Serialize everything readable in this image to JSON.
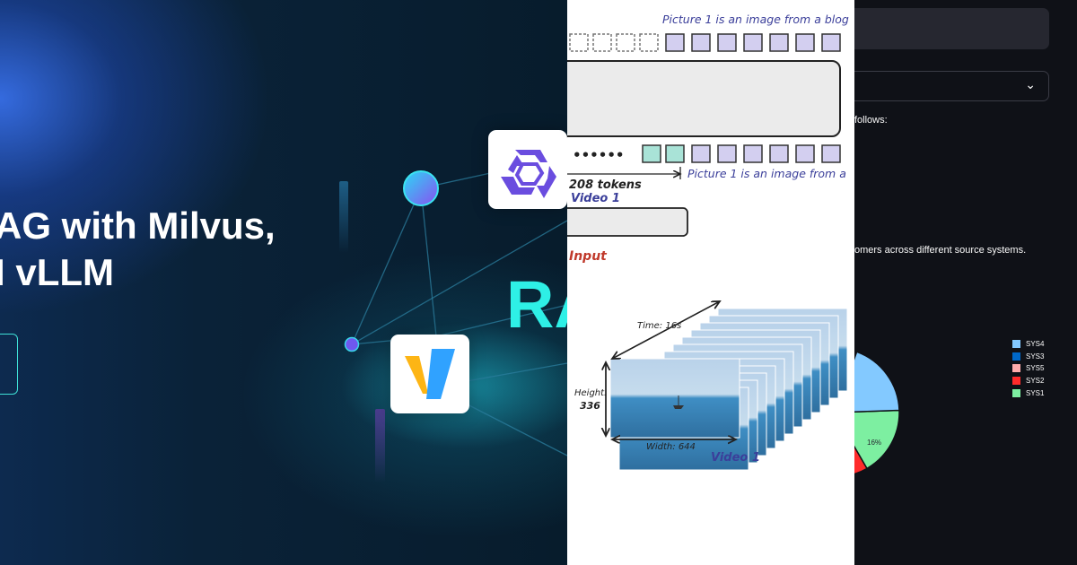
{
  "banner": {
    "title_line1": "AG with Milvus,",
    "title_line2": "I vLLM",
    "rag_text": "RA",
    "colors": {
      "accent_cyan": "#2ef0e6",
      "background": "#07192a"
    },
    "icons": [
      "qwen-logo-icon",
      "vllm-logo-icon"
    ]
  },
  "diagram": {
    "top_caption": "Picture 1 is an image from a blog",
    "dots": "••••••",
    "tokens_label": "208 tokens",
    "arrow_caption": "Picture 1 is an image from a",
    "video_label_top": "Video 1",
    "input_label": "Input",
    "time_label": "Time: 16s",
    "height_label": "Height:",
    "height_value": "336",
    "width_label": "Width: 644",
    "video_label_bottom": "Video 1"
  },
  "app": {
    "select_icon": "chevron-down-icon",
    "text_follows": "follows:",
    "text_systems": "omers across different source systems."
  },
  "chart_data": {
    "type": "pie",
    "legend_position": "top-right",
    "legend": [
      {
        "name": "SYS4",
        "color": "#83c9ff"
      },
      {
        "name": "SYS3",
        "color": "#0068c9"
      },
      {
        "name": "SYS5",
        "color": "#ffabab"
      },
      {
        "name": "SYS2",
        "color": "#ff2b2b"
      },
      {
        "name": "SYS1",
        "color": "#7defa1"
      }
    ],
    "labels": [
      "16%"
    ]
  }
}
